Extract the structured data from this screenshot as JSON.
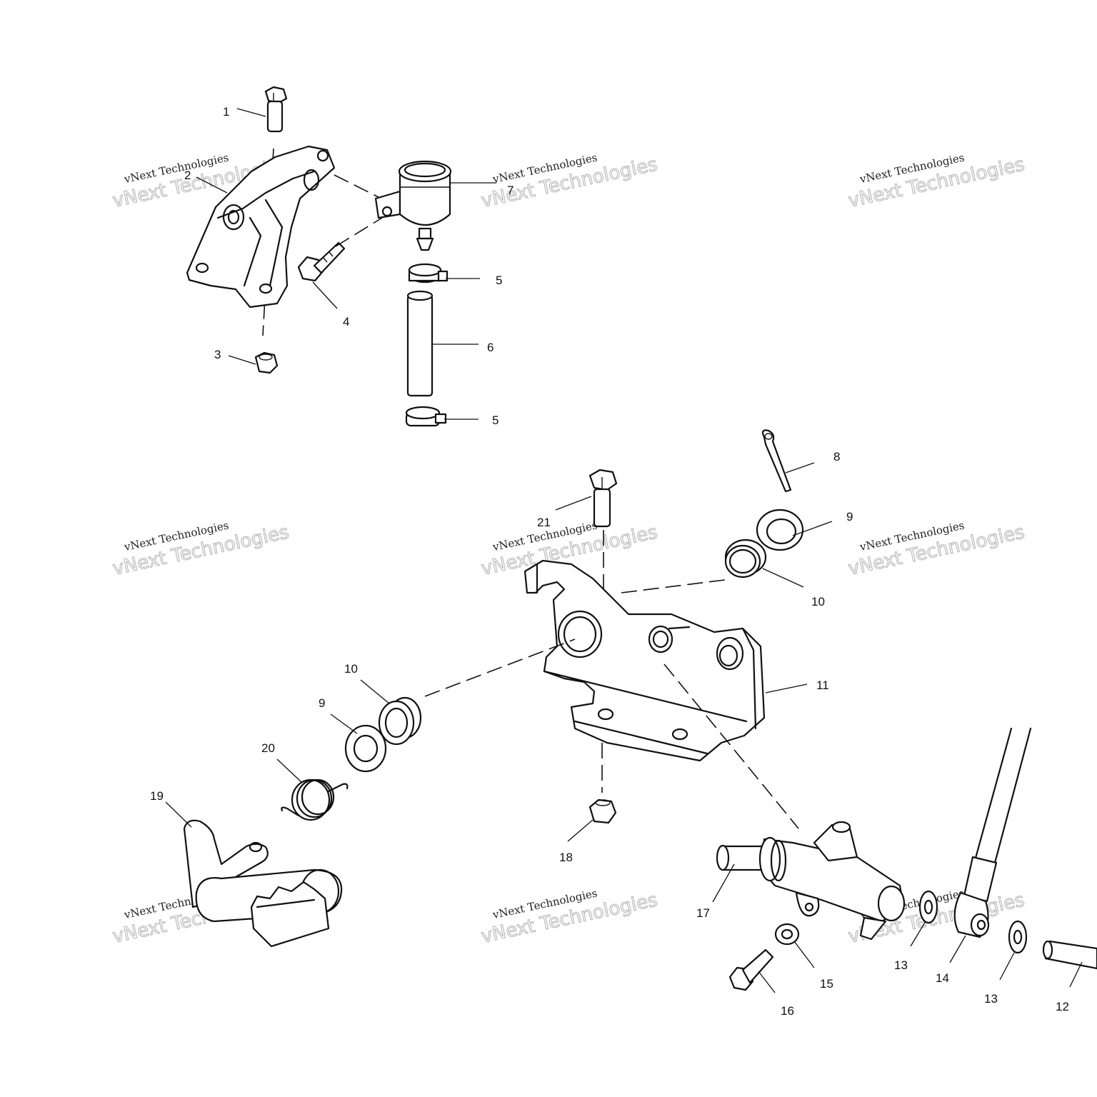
{
  "watermark": {
    "line1": "vNext Technologies",
    "line2": "vNext Technologies"
  },
  "callouts": [
    "1",
    "2",
    "3",
    "4",
    "5",
    "6",
    "5",
    "7",
    "8",
    "9",
    "10",
    "10",
    "9",
    "11",
    "12",
    "13",
    "13",
    "14",
    "15",
    "16",
    "17",
    "18",
    "19",
    "20",
    "21"
  ]
}
